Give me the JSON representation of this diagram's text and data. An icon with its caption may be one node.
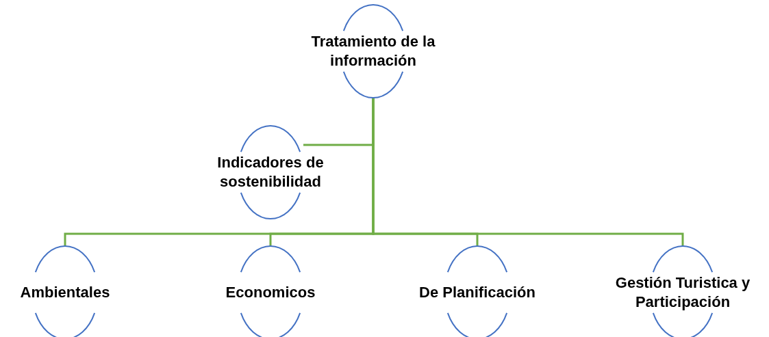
{
  "diagram": {
    "nodes": [
      {
        "text": [
          "Tratamiento de la información"
        ]
      },
      {
        "text": [
          "Indicadores de sostenibilidad"
        ]
      },
      {
        "text": [
          "Ambientales"
        ]
      },
      {
        "text": [
          "Economicos"
        ]
      },
      {
        "text": [
          "De Planificación"
        ]
      },
      {
        "text": [
          "Gestión Turistica y Participación"
        ]
      }
    ],
    "edges": [
      {
        "from": 0,
        "to": 1,
        "arrow": "none"
      },
      {
        "from": 0,
        "to": 2,
        "arrow": "none"
      },
      {
        "from": 0,
        "to": 3,
        "arrow": "none"
      },
      {
        "from": 0,
        "to": 4,
        "arrow": "none"
      },
      {
        "from": 0,
        "to": 5,
        "arrow": "none"
      }
    ]
  }
}
